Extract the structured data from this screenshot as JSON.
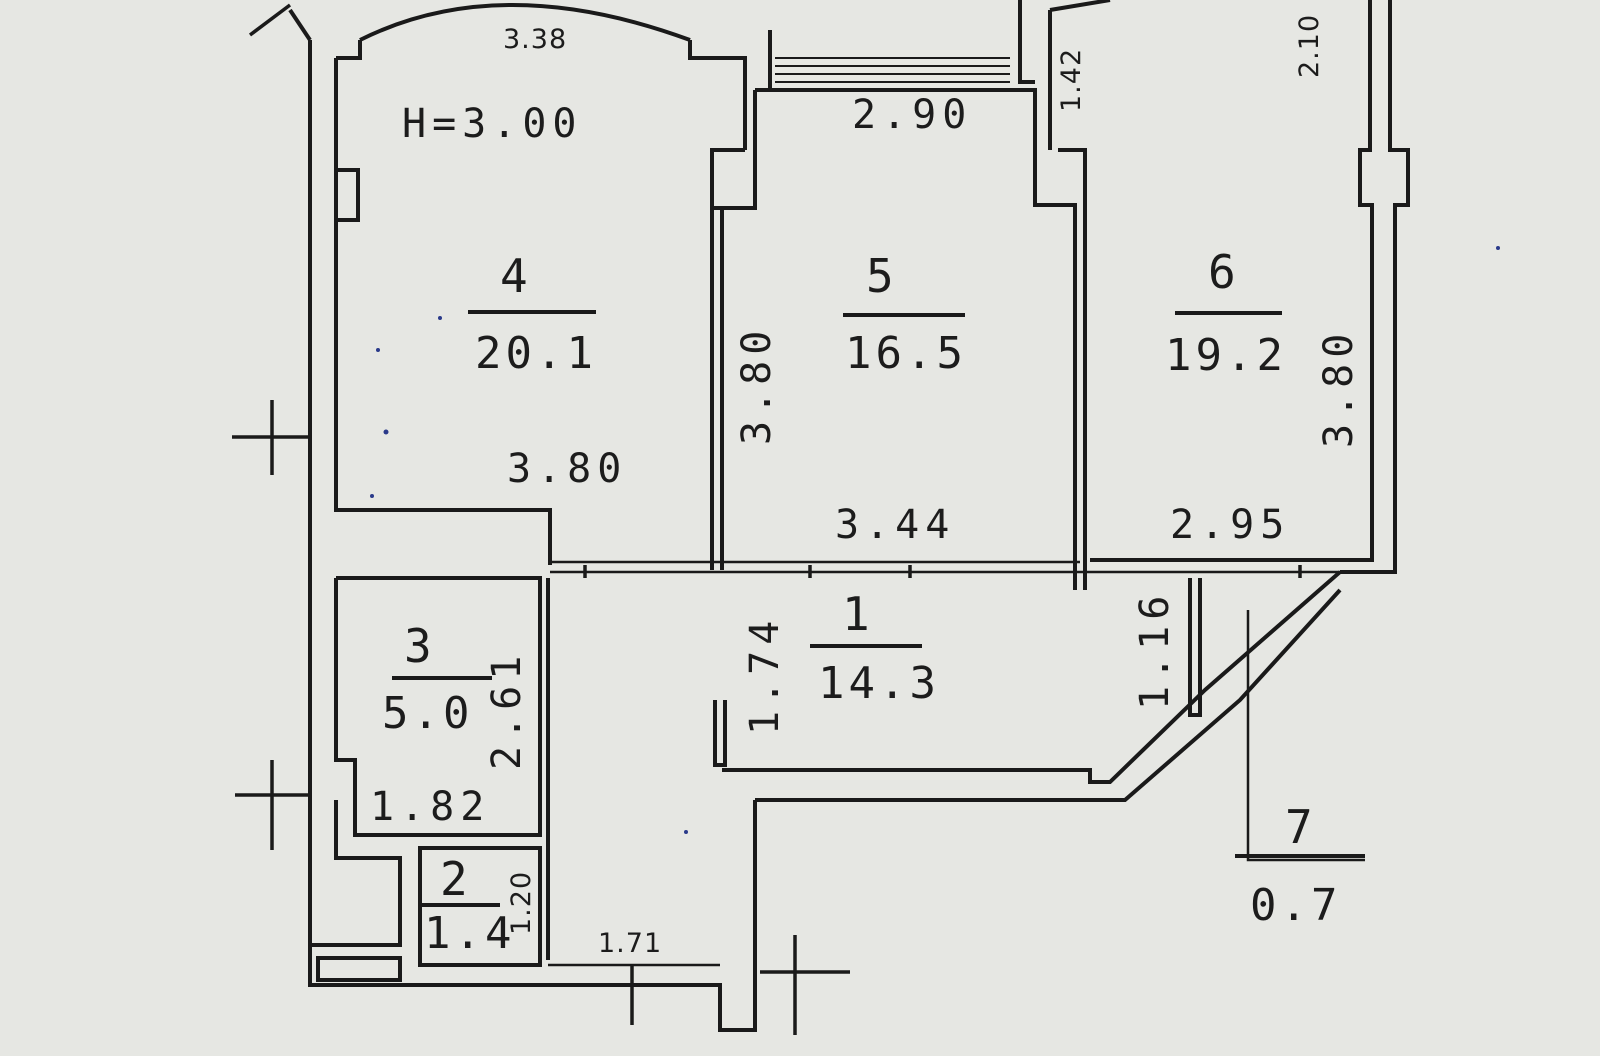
{
  "ceiling_height": "H=3.00",
  "rooms": [
    {
      "number": "4",
      "area": "20.1"
    },
    {
      "number": "5",
      "area": "16.5"
    },
    {
      "number": "6",
      "area": "19.2"
    },
    {
      "number": "1",
      "area": "14.3"
    },
    {
      "number": "3",
      "area": "5.0"
    },
    {
      "number": "2",
      "area": "1.4"
    },
    {
      "number": "7",
      "area": "0.7"
    }
  ],
  "dimensions": {
    "room4_top": "3.38",
    "room4_bottom": "3.80",
    "room5_top": "2.90",
    "room5_left": "3.80",
    "room5_bottom": "3.44",
    "room6_top_right": "2.10",
    "room6_top_left": "1.42",
    "room6_right": "3.80",
    "room6_bottom": "2.95",
    "hall_left": "1.74",
    "hall_right": "1.16",
    "room3_right": "2.61",
    "room3_bottom": "1.82",
    "room2_right": "1.20",
    "corridor_bottom": "1.71"
  }
}
